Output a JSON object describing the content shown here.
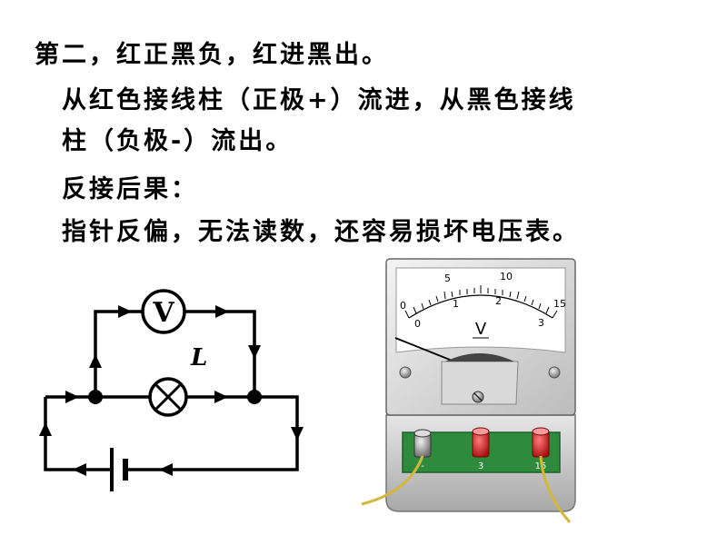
{
  "text": {
    "line1": "第二，红正黑负，红进黑出。",
    "line2": "从红色接线柱（正极+）流进，从黑色接线",
    "line3": "柱（负极-）流出。",
    "line4": "反接后果：",
    "line5": "指针反偏，无法读数，还容易损坏电压表。"
  },
  "circuit": {
    "voltmeter_symbol": "V",
    "lamp_label": "L"
  },
  "voltmeter": {
    "unit": "V",
    "scale_upper": [
      "5",
      "10",
      "15"
    ],
    "scale_lower": [
      "0",
      "1",
      "2",
      "3"
    ],
    "scale_zero_upper": "0",
    "terminals": [
      "-",
      "3",
      "15"
    ]
  },
  "colors": {
    "wire": "#000000",
    "red_terminal": "#d81e1e",
    "terminal_board": "#2e8b3e",
    "lead_wire": "#d4b63a"
  }
}
